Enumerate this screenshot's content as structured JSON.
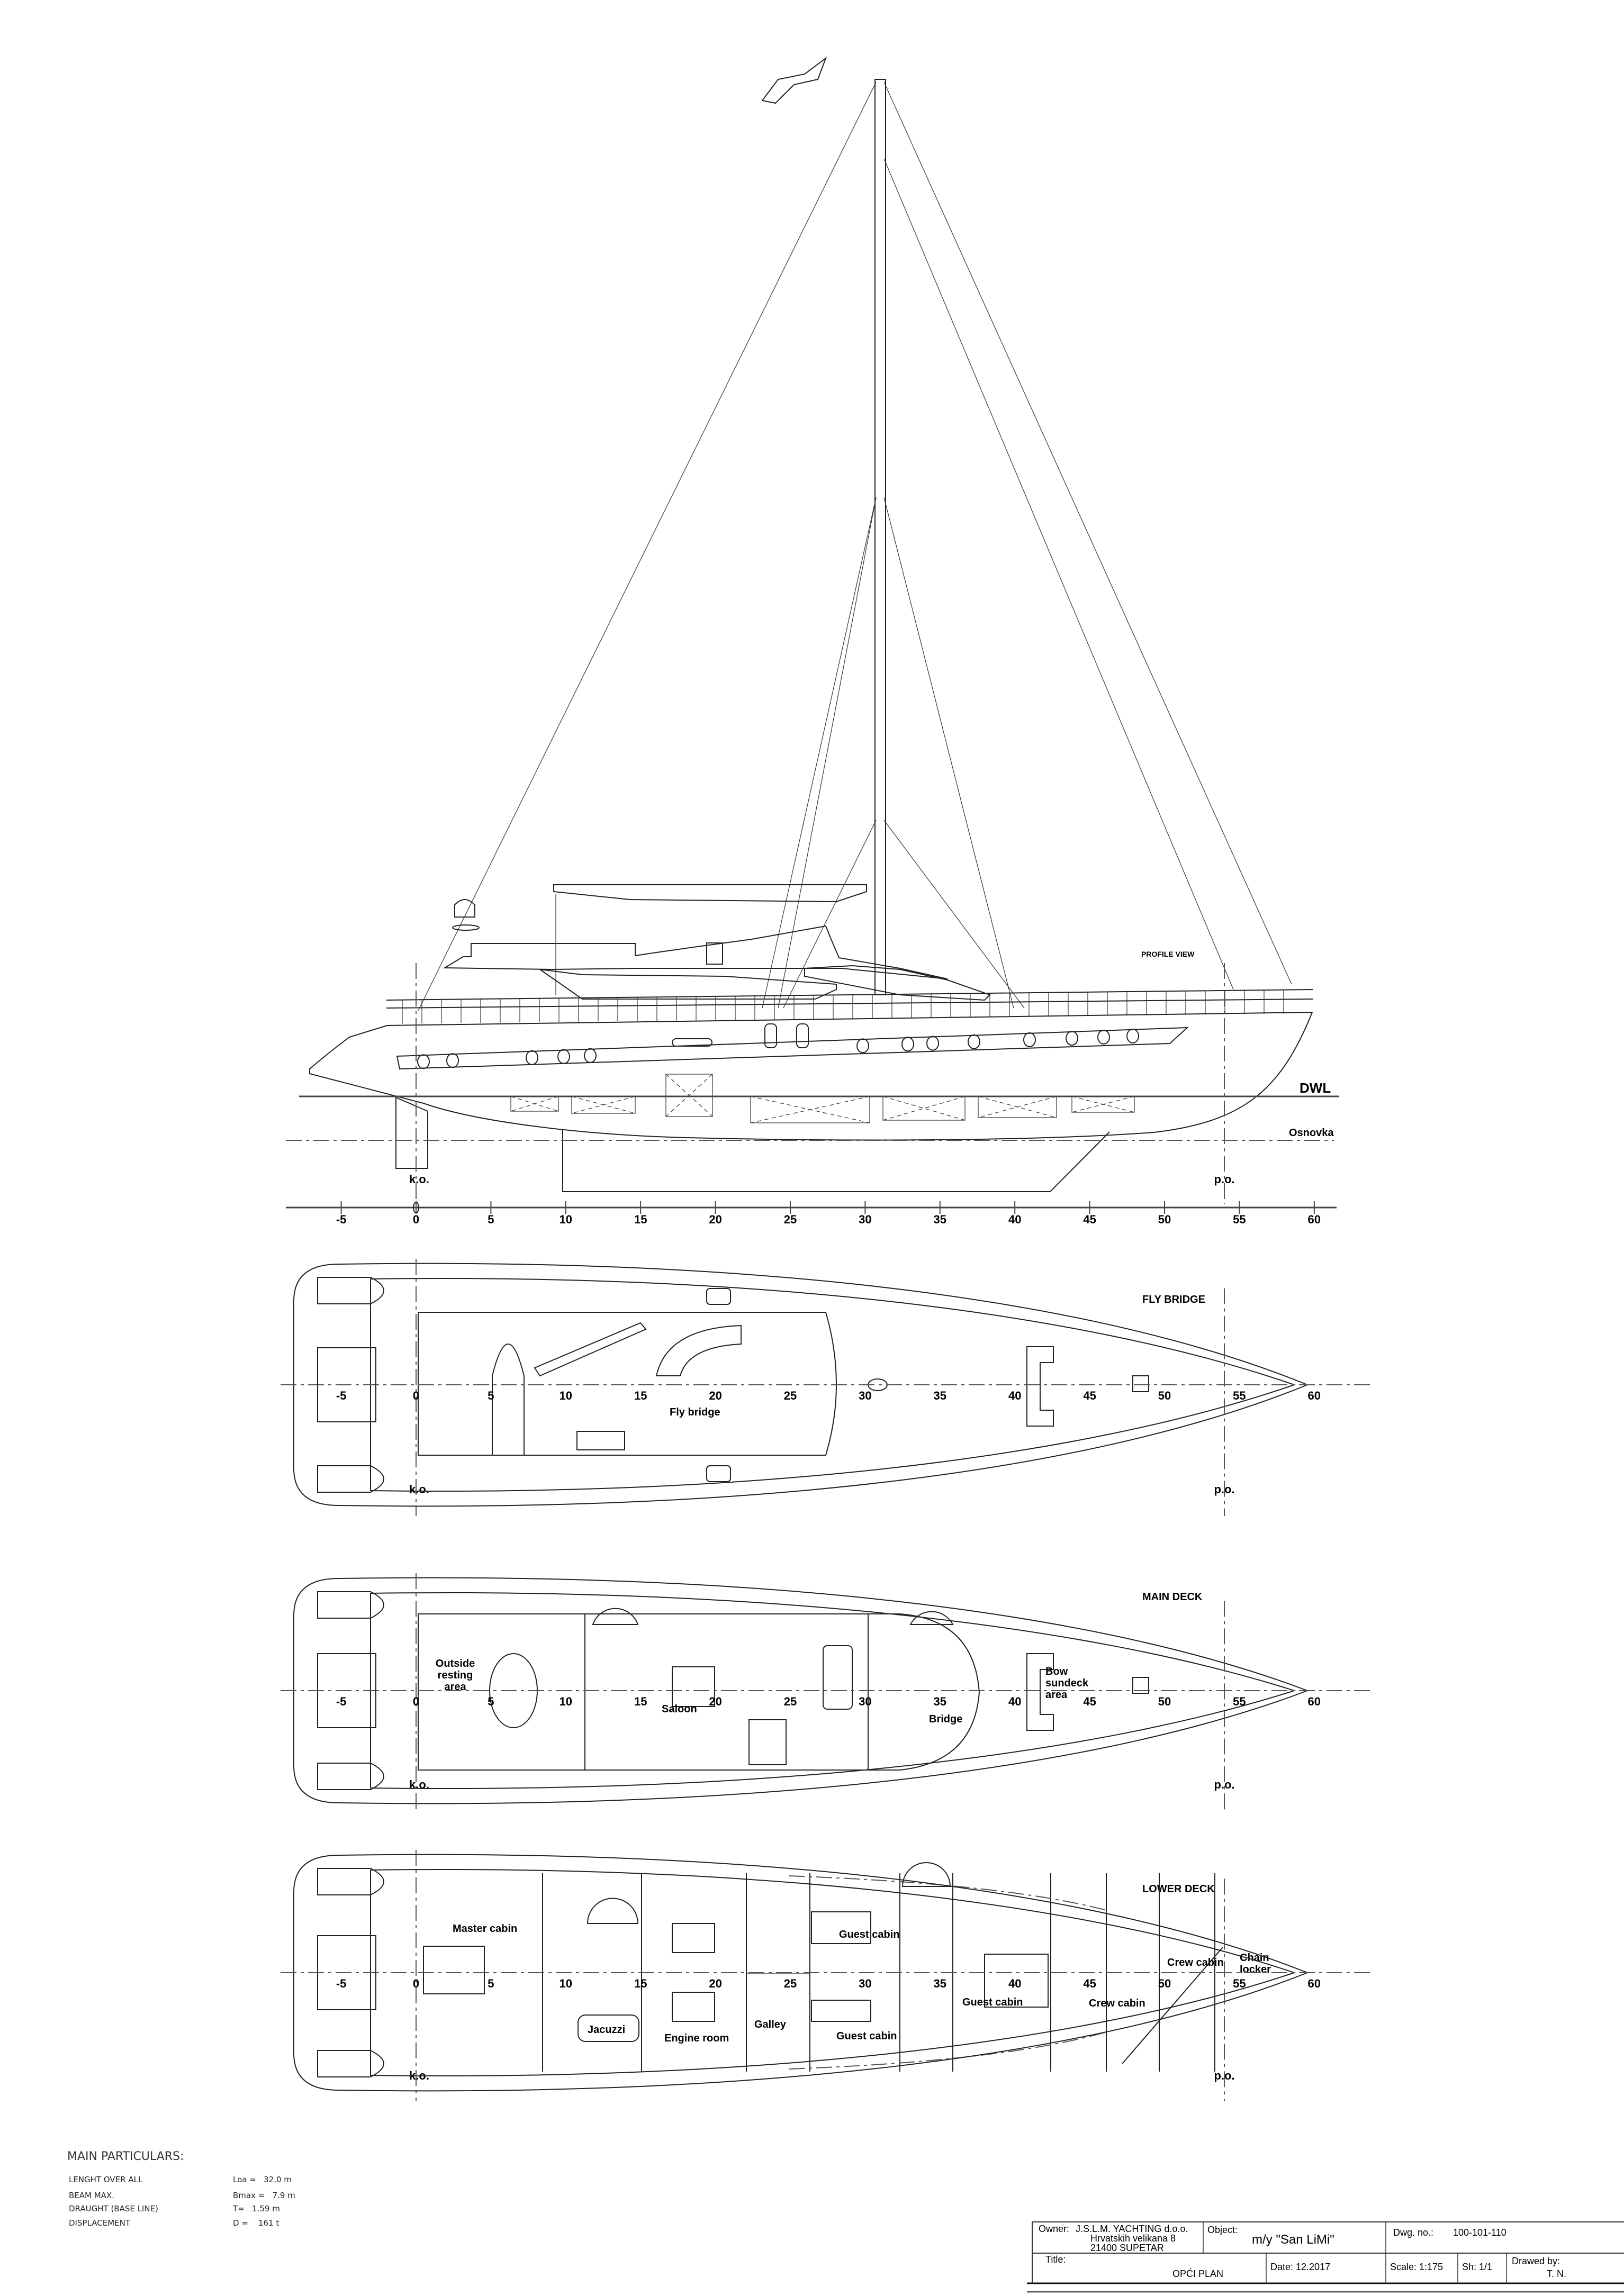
{
  "stations": [
    -5,
    0,
    5,
    10,
    15,
    20,
    25,
    30,
    35,
    40,
    45,
    50,
    55,
    60
  ],
  "profile": {
    "title": "PROFILE VIEW",
    "dwl": "DWL",
    "baseline": "Osnovka",
    "aft_perp": "k.o.",
    "fwd_perp": "p.o."
  },
  "fly_bridge": {
    "title": "FLY BRIDGE",
    "room_fly_bridge": "Fly bridge",
    "aft_perp": "k.o.",
    "fwd_perp": "p.o."
  },
  "main_deck": {
    "title": "MAIN DECK",
    "outside_l1": "Outside",
    "outside_l2": "resting",
    "outside_l3": "area",
    "saloon": "Saloon",
    "bridge": "Bridge",
    "bow_l1": "Bow",
    "bow_l2": "sundeck",
    "bow_l3": "area",
    "aft_perp": "k.o.",
    "fwd_perp": "p.o."
  },
  "lower_deck": {
    "title": "LOWER DECK",
    "master_cabin": "Master cabin",
    "jacuzzi": "Jacuzzi",
    "engine_room": "Engine room",
    "galley": "Galley",
    "guest_cabin_1": "Guest cabin",
    "guest_cabin_2": "Guest cabin",
    "guest_cabin_3": "Guest cabin",
    "crew_cabin_1": "Crew cabin",
    "crew_cabin_2": "Crew cabin",
    "chain_l1": "Chain",
    "chain_l2": "locker",
    "aft_perp": "k.o.",
    "fwd_perp": "p.o."
  },
  "particulars": {
    "heading": "MAIN PARTICULARS:",
    "rows": [
      {
        "label": "LENGHT OVER ALL",
        "value": "Loa =   32,0 m"
      },
      {
        "label": "BEAM MAX.",
        "value": "Bmax =   7.9 m"
      },
      {
        "label": "DRAUGHT (BASE LINE)",
        "value": "T=   1.59 m"
      },
      {
        "label": "DISPLACEMENT",
        "value": "D =    161 t"
      }
    ]
  },
  "title_block": {
    "owner_label": "Owner:",
    "owner_l1": "J.S.L.M. YACHTING  d.o.o.",
    "owner_l2": "Hrvatskih velikana 8",
    "owner_l3": "21400 SUPETAR",
    "object_label": "Object:",
    "object": "m/y \"San LiMi\"",
    "dwg_label": "Dwg. no.:",
    "dwg_no": "100-101-110",
    "title_label": "Title:",
    "title": "OPĆI PLAN",
    "date": "Date: 12.2017",
    "scale": "Scale: 1:175",
    "sheet": "Sh: 1/1",
    "drawn_label": "Drawed by:",
    "drawn_by": "T. N."
  }
}
